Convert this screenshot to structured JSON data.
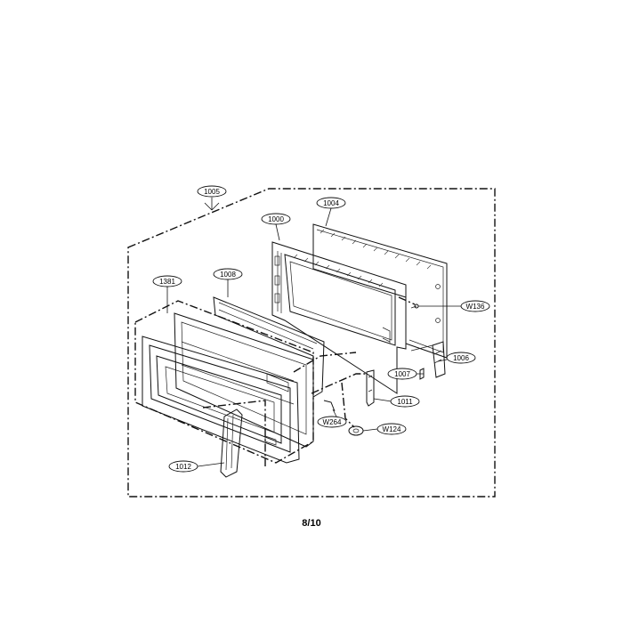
{
  "diagram": {
    "parts": [
      {
        "id": "p1005",
        "label": "1005"
      },
      {
        "id": "p1004",
        "label": "1004"
      },
      {
        "id": "p1000",
        "label": "1000"
      },
      {
        "id": "p1381",
        "label": "1381"
      },
      {
        "id": "p1008",
        "label": "1008"
      },
      {
        "id": "pW136",
        "label": "W136"
      },
      {
        "id": "p1006",
        "label": "1006"
      },
      {
        "id": "p1007",
        "label": "1007"
      },
      {
        "id": "p1011",
        "label": "1011"
      },
      {
        "id": "pW264",
        "label": "W264"
      },
      {
        "id": "pW124",
        "label": "W124"
      },
      {
        "id": "p1012",
        "label": "1012"
      }
    ]
  },
  "footer": {
    "page": "8/10"
  }
}
